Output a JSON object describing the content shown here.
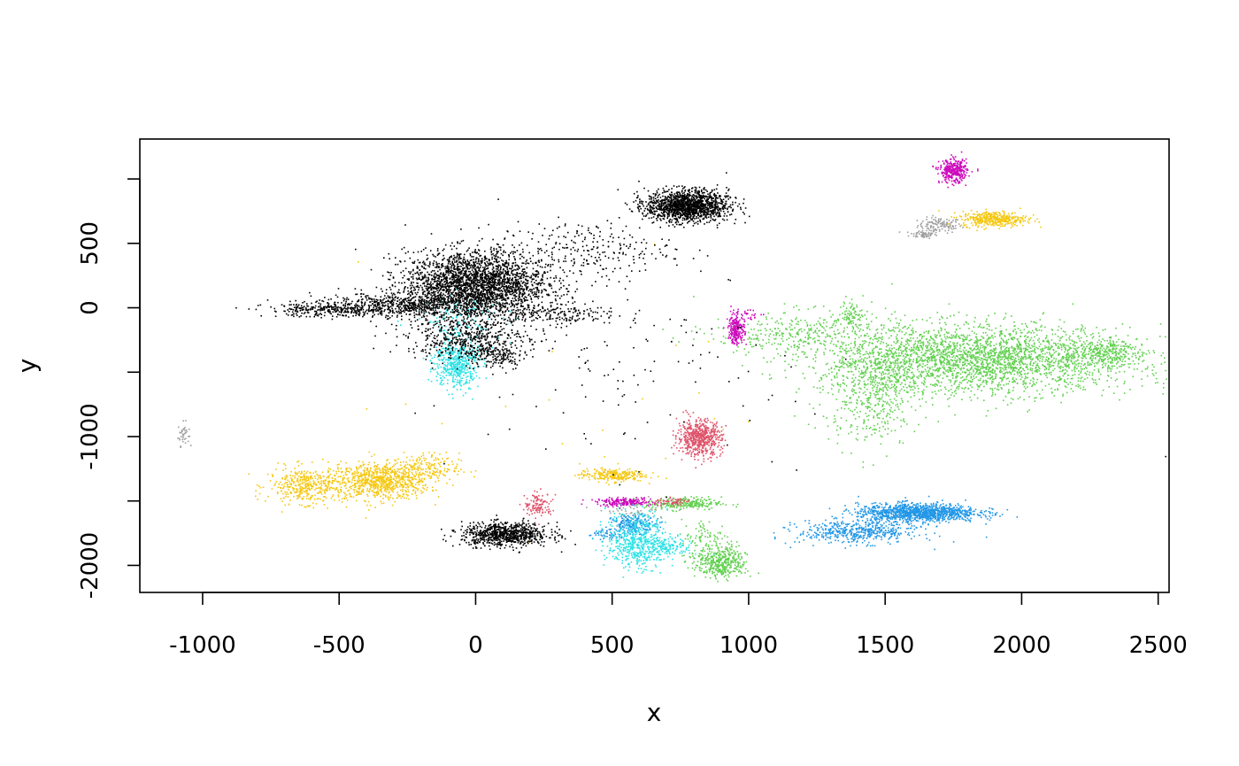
{
  "chart_data": {
    "type": "scatter",
    "title": "",
    "xlabel": "x",
    "ylabel": "y",
    "xlim": [
      -1230,
      2540
    ],
    "ylim": [
      -2210,
      1310
    ],
    "xticks": [
      -1000,
      -500,
      0,
      500,
      1000,
      1500,
      2000,
      2500
    ],
    "xtick_labels": [
      "-1000",
      "-500",
      "0",
      "500",
      "1000",
      "1500",
      "2000",
      "2500"
    ],
    "yticks": [
      -2000,
      -1000,
      0,
      500
    ],
    "ytick_labels": [
      "-2000",
      "-1000",
      "0",
      "500"
    ],
    "y_minor_ticks": [
      -1500,
      -500,
      1000
    ],
    "grid": false,
    "legend": "none",
    "point_size": "tiny",
    "colors": {
      "black": "#000000",
      "red": "#df536b",
      "green": "#61d04f",
      "blue": "#2297e6",
      "cyan": "#28e2e5",
      "magenta": "#cd0bbc",
      "yellow": "#f5c710",
      "gray": "#9e9e9e"
    },
    "clusters": [
      {
        "color": "black",
        "cx": 0,
        "cy": 180,
        "sx": 130,
        "sy": 130,
        "n": 2600
      },
      {
        "color": "black",
        "cx": -250,
        "cy": 20,
        "sx": 170,
        "sy": 45,
        "n": 700
      },
      {
        "color": "black",
        "cx": -550,
        "cy": -20,
        "sx": 110,
        "sy": 25,
        "n": 250
      },
      {
        "color": "black",
        "cx": -30,
        "cy": -240,
        "sx": 110,
        "sy": 80,
        "n": 500
      },
      {
        "color": "black",
        "cx": 80,
        "cy": -380,
        "sx": 50,
        "sy": 50,
        "n": 150
      },
      {
        "color": "black",
        "cx": 775,
        "cy": 790,
        "sx": 75,
        "sy": 60,
        "n": 1500
      },
      {
        "color": "black",
        "cx": 400,
        "cy": 450,
        "sx": 160,
        "sy": 110,
        "n": 250
      },
      {
        "color": "black",
        "cx": 250,
        "cy": -50,
        "sx": 140,
        "sy": 40,
        "n": 200
      },
      {
        "color": "black",
        "cx": 500,
        "cy": -300,
        "sx": 300,
        "sy": 350,
        "n": 100
      },
      {
        "color": "black",
        "cx": 110,
        "cy": -1760,
        "sx": 80,
        "sy": 45,
        "n": 800
      },
      {
        "color": "black",
        "cx": 600,
        "cy": -700,
        "sx": 450,
        "sy": 500,
        "n": 40
      },
      {
        "color": "cyan",
        "cx": -70,
        "cy": -430,
        "sx": 40,
        "sy": 100,
        "n": 500
      },
      {
        "color": "cyan",
        "cx": -60,
        "cy": -70,
        "sx": 80,
        "sy": 90,
        "n": 150
      },
      {
        "color": "cyan",
        "cx": 590,
        "cy": -1810,
        "sx": 55,
        "sy": 110,
        "n": 500
      },
      {
        "color": "cyan",
        "cx": 690,
        "cy": -1860,
        "sx": 60,
        "sy": 40,
        "n": 150
      },
      {
        "color": "green",
        "cx": 1850,
        "cy": -400,
        "sx": 280,
        "sy": 130,
        "n": 2800
      },
      {
        "color": "green",
        "cx": 1450,
        "cy": -650,
        "sx": 90,
        "sy": 200,
        "n": 500
      },
      {
        "color": "green",
        "cx": 1200,
        "cy": -200,
        "sx": 170,
        "sy": 90,
        "n": 350
      },
      {
        "color": "green",
        "cx": 2300,
        "cy": -350,
        "sx": 60,
        "sy": 50,
        "n": 250
      },
      {
        "color": "green",
        "cx": 1380,
        "cy": -50,
        "sx": 20,
        "sy": 60,
        "n": 80
      },
      {
        "color": "green",
        "cx": 900,
        "cy": -1980,
        "sx": 45,
        "sy": 60,
        "n": 400
      },
      {
        "color": "green",
        "cx": 760,
        "cy": -1520,
        "sx": 70,
        "sy": 25,
        "n": 250
      },
      {
        "color": "green",
        "cx": 850,
        "cy": -1800,
        "sx": 50,
        "sy": 80,
        "n": 100
      },
      {
        "color": "blue",
        "cx": 1620,
        "cy": -1590,
        "sx": 110,
        "sy": 35,
        "n": 1200
      },
      {
        "color": "blue",
        "cx": 1400,
        "cy": -1740,
        "sx": 110,
        "sy": 45,
        "n": 500
      },
      {
        "color": "blue",
        "cx": 580,
        "cy": -1680,
        "sx": 40,
        "sy": 35,
        "n": 200
      },
      {
        "color": "blue",
        "cx": 490,
        "cy": -1760,
        "sx": 40,
        "sy": 20,
        "n": 60
      },
      {
        "color": "yellow",
        "cx": -350,
        "cy": -1350,
        "sx": 90,
        "sy": 70,
        "n": 800
      },
      {
        "color": "yellow",
        "cx": -620,
        "cy": -1380,
        "sx": 70,
        "sy": 70,
        "n": 400
      },
      {
        "color": "yellow",
        "cx": -200,
        "cy": -1250,
        "sx": 70,
        "sy": 60,
        "n": 200
      },
      {
        "color": "yellow",
        "cx": 1900,
        "cy": 690,
        "sx": 60,
        "sy": 30,
        "n": 400
      },
      {
        "color": "yellow",
        "cx": 500,
        "cy": -1300,
        "sx": 60,
        "sy": 25,
        "n": 250
      },
      {
        "color": "yellow",
        "cx": 400,
        "cy": -700,
        "sx": 400,
        "sy": 500,
        "n": 20
      },
      {
        "color": "gray",
        "cx": 1700,
        "cy": 640,
        "sx": 40,
        "sy": 30,
        "n": 120
      },
      {
        "color": "gray",
        "cx": 1640,
        "cy": 570,
        "sx": 25,
        "sy": 15,
        "n": 60
      },
      {
        "color": "gray",
        "cx": -1070,
        "cy": -980,
        "sx": 10,
        "sy": 45,
        "n": 40
      },
      {
        "color": "gray",
        "cx": 580,
        "cy": -1560,
        "sx": 60,
        "sy": 40,
        "n": 60
      },
      {
        "color": "magenta",
        "cx": 1750,
        "cy": 1060,
        "sx": 25,
        "sy": 45,
        "n": 350
      },
      {
        "color": "magenta",
        "cx": 955,
        "cy": -170,
        "sx": 15,
        "sy": 55,
        "n": 200
      },
      {
        "color": "magenta",
        "cx": 545,
        "cy": -1510,
        "sx": 50,
        "sy": 15,
        "n": 200
      },
      {
        "color": "magenta",
        "cx": 980,
        "cy": -60,
        "sx": 40,
        "sy": 30,
        "n": 40
      },
      {
        "color": "red",
        "cx": 820,
        "cy": -1010,
        "sx": 40,
        "sy": 70,
        "n": 600
      },
      {
        "color": "red",
        "cx": 230,
        "cy": -1530,
        "sx": 25,
        "sy": 45,
        "n": 120
      },
      {
        "color": "red",
        "cx": 720,
        "cy": -1510,
        "sx": 40,
        "sy": 15,
        "n": 60
      }
    ]
  }
}
